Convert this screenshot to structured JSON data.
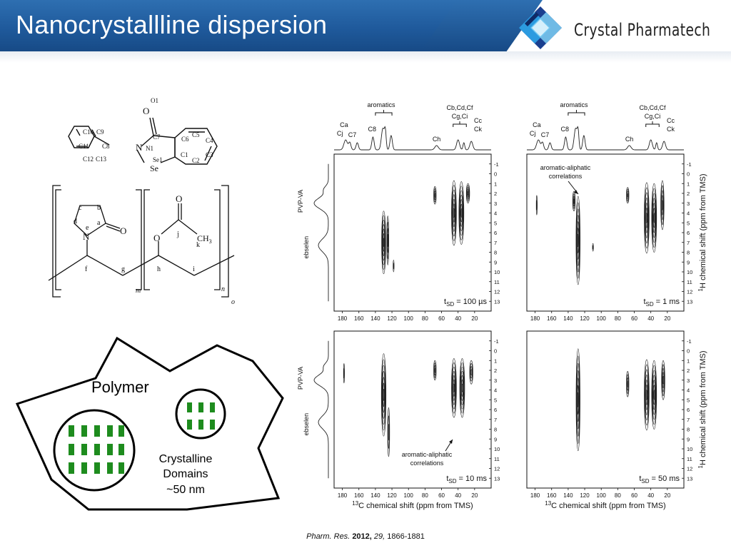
{
  "header": {
    "title": "Nanocrystallline dispersion",
    "brand": "Crystal Pharmatech"
  },
  "ebselen_labels": [
    "O1",
    "C10",
    "C9",
    "C11",
    "C8",
    "C12",
    "C13",
    "N",
    "N1",
    "C7",
    "C6",
    "C5",
    "C4",
    "C3",
    "C2",
    "C1",
    "Se1",
    "Se"
  ],
  "polymer_labels": {
    "b": "b",
    "c": "c",
    "d": "d",
    "e": "e",
    "a": "a",
    "N": "N",
    "O1": "O",
    "f": "f",
    "g": "g",
    "m": "m",
    "O2": "O",
    "O3": "O",
    "j": "j",
    "k": "k",
    "CH3": "CH",
    "sub3": "3",
    "h": "h",
    "i": "i",
    "n": "n",
    "o": "o"
  },
  "schematic": {
    "polymer": "Polymer",
    "domain_line1": "Crystalline",
    "domain_line2": "Domains",
    "domain_line3": "~50 nm"
  },
  "spectra": {
    "top_peaks": {
      "aromatics": "aromatics",
      "c8": "C8",
      "ca": "Ca",
      "cj": "Cj",
      "c7": "C7",
      "ch": "Ch",
      "cbcdcf": "Cb,Cd,Cf",
      "cgci": "Cg,Ci",
      "cc": "Cc",
      "ck": "Ck"
    },
    "f1_labels": {
      "pvpva": "PVP-VA",
      "ebselen": "ebselen"
    },
    "x_ticks": [
      "180",
      "160",
      "140",
      "120",
      "100",
      "80",
      "60",
      "40",
      "20"
    ],
    "y_ticks": [
      "-1",
      "0",
      "1",
      "2",
      "3",
      "4",
      "5",
      "6",
      "7",
      "8",
      "9",
      "10",
      "11",
      "12",
      "13"
    ],
    "panels": [
      {
        "tsd_pre": "t",
        "tsd_sub": "SD",
        "tsd_val": " = 100 µs"
      },
      {
        "tsd_pre": "t",
        "tsd_sub": "SD",
        "tsd_val": " = 1 ms"
      },
      {
        "tsd_pre": "t",
        "tsd_sub": "SD",
        "tsd_val": " = 10 ms"
      },
      {
        "tsd_pre": "t",
        "tsd_sub": "SD",
        "tsd_val": " = 50 ms"
      }
    ],
    "annotation_top": [
      "aromatic-aliphatic",
      "correlations"
    ],
    "annotation_bottom": [
      "aromatic-aliphatic",
      "correlations"
    ],
    "x_axis_sup": "13",
    "x_axis_label": "C chemical shift (ppm from TMS)",
    "y_axis_sup": "1",
    "y_axis_label": "H chemical shift (ppm from TMS)"
  },
  "citation": {
    "journal": "Pharm. Res.",
    "year": "2012,",
    "volume": "29,",
    "pages": " 1866-1881"
  }
}
